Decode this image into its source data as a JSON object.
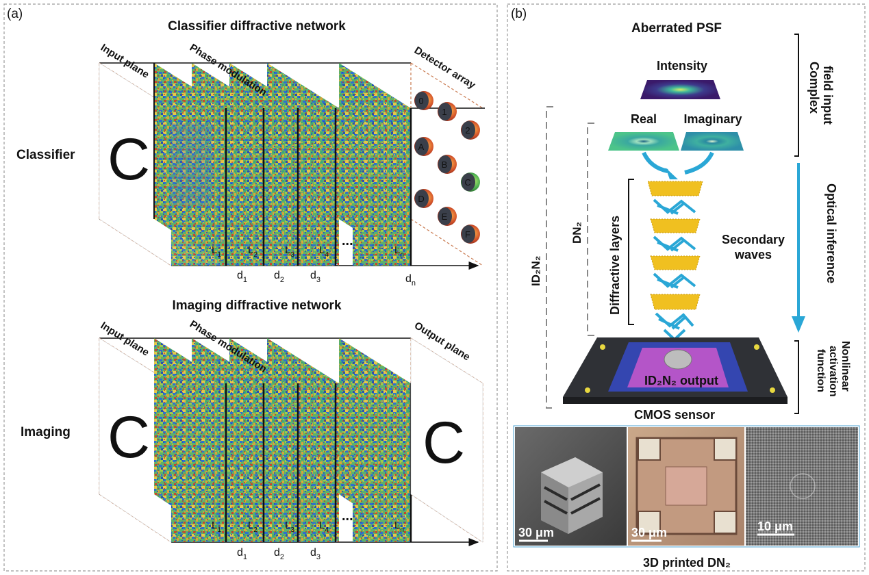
{
  "panel_a": {
    "tag": "(a)",
    "classifier": {
      "title": "Classifier diffractive network",
      "row_label": "Classifier",
      "input_label": "Input plane",
      "phase_label": "Phase modulation",
      "detector_label": "Detector array",
      "layer_labels": [
        "L1",
        "L2",
        "L3",
        "L4",
        "Ln"
      ],
      "distance_labels": [
        "d1",
        "d2",
        "d3",
        "dn"
      ],
      "ellipsis": "...",
      "detectors": [
        "0",
        "1",
        "2",
        "A",
        "B",
        "C",
        "D",
        "E",
        "F"
      ],
      "input_letter": "C"
    },
    "imaging": {
      "title": "Imaging diffractive network",
      "row_label": "Imaging",
      "input_label": "Input plane",
      "phase_label": "Phase modulation",
      "output_label": "Output plane",
      "layer_labels": [
        "L1",
        "L2",
        "L3",
        "L4",
        "Ln"
      ],
      "distance_labels": [
        "d1",
        "d2",
        "d3"
      ],
      "ellipsis": "...",
      "input_letter": "C",
      "output_letter": "C"
    }
  },
  "panel_b": {
    "tag": "(b)",
    "psf_title": "Aberrated PSF",
    "intensity": "Intensity",
    "real": "Real",
    "imaginary": "Imaginary",
    "complex_field": [
      "Complex",
      "field input"
    ],
    "optical_inference": "Optical inference",
    "nonlinear": [
      "Nonlinear",
      "activation",
      "function"
    ],
    "diffractive_layers": "Diffractive layers",
    "secondary_waves": [
      "Secondary",
      "waves"
    ],
    "dn2": "DN₂",
    "id2n2": "ID₂N₂",
    "output_label": "ID₂N₂ output",
    "cmos": "CMOS sensor",
    "scale_bars": [
      "30 μm",
      "30 μm",
      "10 μm"
    ],
    "printed_caption": "3D printed DN₂"
  },
  "colors": {
    "accent_blue": "#2aa7d6",
    "layer_yellow": "#f0c020",
    "chip_dark": "#2f3136",
    "output_purple": "#b455c8"
  }
}
